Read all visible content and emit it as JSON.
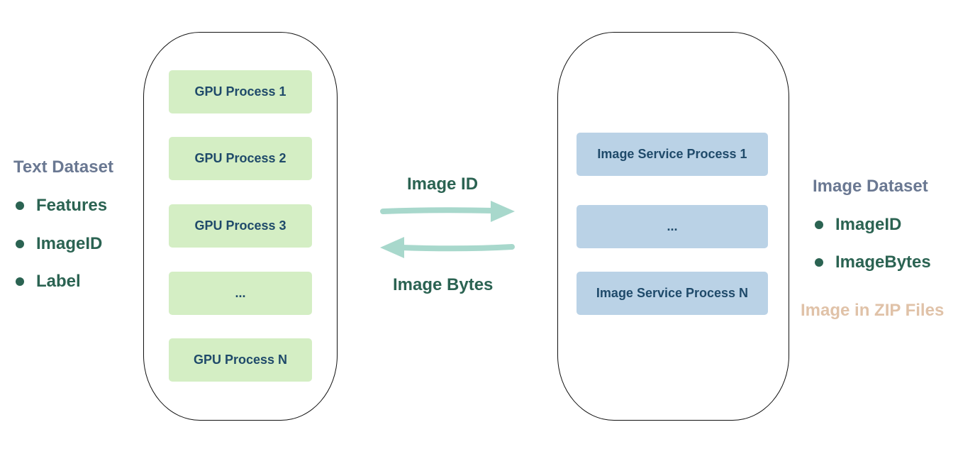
{
  "text_dataset": {
    "heading": "Text Dataset",
    "items": [
      "Features",
      "ImageID",
      "Label"
    ]
  },
  "gpu_processes": [
    "GPU Process 1",
    "GPU Process 2",
    "GPU Process 3",
    "...",
    "GPU Process N"
  ],
  "arrows": {
    "request_label": "Image ID",
    "response_label": "Image Bytes"
  },
  "image_service_processes": [
    "Image Service Process 1",
    "...",
    "Image Service Process N"
  ],
  "image_dataset": {
    "heading": "Image Dataset",
    "items": [
      "ImageID",
      "ImageBytes"
    ],
    "note": "Image in ZIP Files"
  },
  "colors": {
    "gpu_box": "#d4eec4",
    "service_box": "#bad2e6",
    "heading": "#6a7892",
    "bullet_text": "#2b6352",
    "arrow": "#a8d8cc",
    "note": "#e0c2a8"
  },
  "icons": {
    "request_arrow": "arrow-right",
    "response_arrow": "arrow-left",
    "bullet": "filled-circle"
  }
}
